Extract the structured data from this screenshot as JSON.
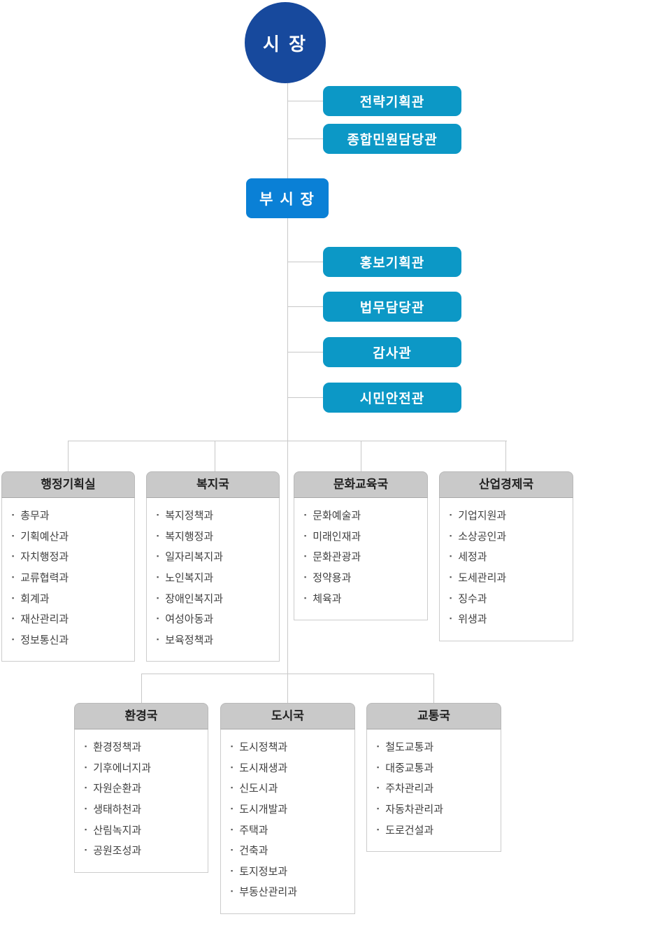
{
  "colors": {
    "mayor_bg": "#17499d",
    "vice_mayor_bg": "#0a80d6",
    "staff_bg": "#0c98c6",
    "dept_header_bg": "#c9c9c9",
    "connector_line": "#c8c8c8",
    "item_text": "#404040"
  },
  "icons": {
    "bullet_icon": "▪"
  },
  "org": {
    "mayor": {
      "label": "시 장"
    },
    "mayor_staff": [
      {
        "label": "전략기획관"
      },
      {
        "label": "종합민원담당관"
      }
    ],
    "vice_mayor": {
      "label": "부 시 장"
    },
    "vice_staff": [
      {
        "label": "홍보기획관"
      },
      {
        "label": "법무담당관"
      },
      {
        "label": "감사관"
      },
      {
        "label": "시민안전관"
      }
    ],
    "rows": [
      {
        "departments": [
          {
            "name": "행정기획실",
            "items": [
              "총무과",
              "기획예산과",
              "자치행정과",
              "교류협력과",
              "회계과",
              "재산관리과",
              "정보통신과"
            ]
          },
          {
            "name": "복지국",
            "items": [
              "복지정책과",
              "복지행정과",
              "일자리복지과",
              "노인복지과",
              "장애인복지과",
              "여성아동과",
              "보육정책과"
            ]
          },
          {
            "name": "문화교육국",
            "items": [
              "문화예술과",
              "미래인재과",
              "문화관광과",
              "정약용과",
              "체육과"
            ]
          },
          {
            "name": "산업경제국",
            "items": [
              "기업지원과",
              "소상공인과",
              "세정과",
              "도세관리과",
              "징수과",
              "위생과"
            ]
          }
        ]
      },
      {
        "departments": [
          {
            "name": "환경국",
            "items": [
              "환경정책과",
              "기후에너지과",
              "자원순환과",
              "생태하천과",
              "산림녹지과",
              "공원조성과"
            ]
          },
          {
            "name": "도시국",
            "items": [
              "도시정책과",
              "도시재생과",
              "신도시과",
              "도시개발과",
              "주택과",
              "건축과",
              "토지정보과",
              "부동산관리과"
            ]
          },
          {
            "name": "교통국",
            "items": [
              "철도교통과",
              "대중교통과",
              "주차관리과",
              "자동차관리과",
              "도로건설과"
            ]
          }
        ]
      }
    ]
  }
}
